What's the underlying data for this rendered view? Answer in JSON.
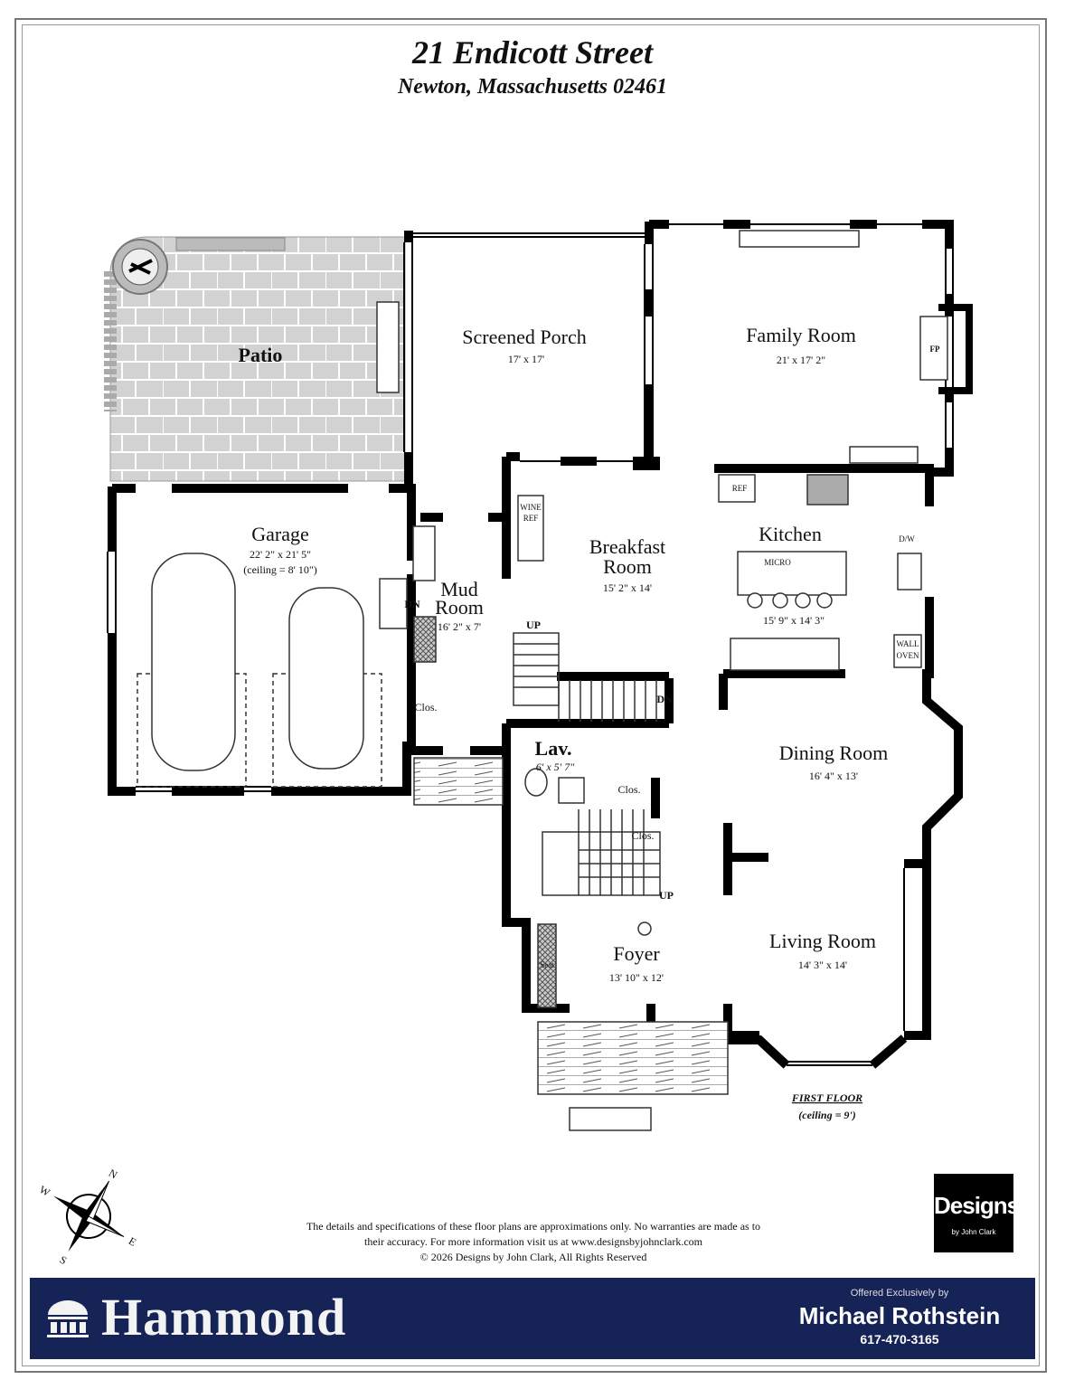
{
  "header": {
    "title": "21 Endicott Street",
    "subtitle": "Newton, Massachusetts 02461"
  },
  "rooms": {
    "patio": {
      "name": "Patio"
    },
    "screened_porch": {
      "name": "Screened Porch",
      "dims": "17' x 17'"
    },
    "family_room": {
      "name": "Family Room",
      "dims": "21' x 17' 2\""
    },
    "garage": {
      "name": "Garage",
      "dims": "22' 2\" x 21' 5\"",
      "ceiling": "(ceiling = 8' 10\")"
    },
    "mud_room": {
      "name_line1": "Mud",
      "name_line2": "Room",
      "dims": "16' 2\" x 7'"
    },
    "breakfast_room": {
      "name_line1": "Breakfast",
      "name_line2": "Room",
      "dims": "15' 2\" x 14'"
    },
    "kitchen": {
      "name": "Kitchen",
      "dims": "15' 9\" x 14' 3\""
    },
    "dining_room": {
      "name": "Dining Room",
      "dims": "16' 4\" x 13'"
    },
    "living_room": {
      "name": "Living Room",
      "dims": "14' 3\" x 14'"
    },
    "foyer": {
      "name": "Foyer",
      "dims": "13' 10\" x 12'"
    },
    "lav": {
      "name": "Lav.",
      "dims": "6' x 5' 7\""
    }
  },
  "fixtures": {
    "fp": "FP",
    "ref": "REF",
    "wine_ref_1": "WINE",
    "wine_ref_2": "REF",
    "micro": "MICRO",
    "dw": "D/W",
    "wall_oven_1": "WALL",
    "wall_oven_2": "OVEN",
    "seat": "Seat",
    "closet": "Clos.",
    "up": "UP",
    "dn": "DN"
  },
  "floor_label": {
    "name": "FIRST FLOOR",
    "ceiling": "(ceiling = 9')"
  },
  "compass": {
    "n": "N",
    "e": "E",
    "s": "S",
    "w": "W"
  },
  "footer": {
    "disclaimer_line1": "The details and specifications of these floor plans are approximations only. No warranties are made as to",
    "disclaimer_line2": "their accuracy. For more information visit us at www.designsbyjohnclark.com",
    "copyright": "©  2026 Designs by John Clark, All Rights Reserved",
    "designs_logo": "Designs",
    "designs_logo_sub": "by John Clark"
  },
  "banner": {
    "brand": "Hammond",
    "offered": "Offered Exclusively by",
    "agent": "Michael Rothstein",
    "phone": "617-470-3165",
    "color": "#162356"
  }
}
